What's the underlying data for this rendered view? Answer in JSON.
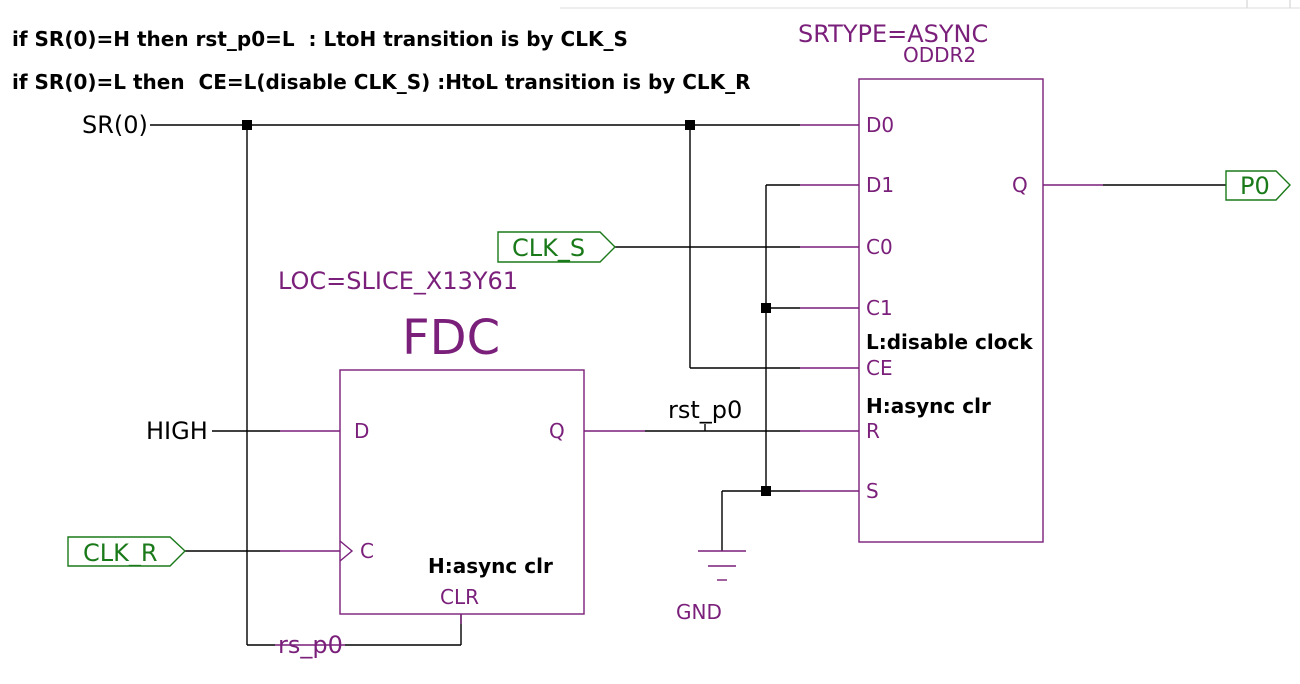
{
  "notes": {
    "line1": "if SR(0)=H then rst_p0=L  : LtoH transition is by CLK_S",
    "line2": "if SR(0)=L then  CE=L(disable CLK_S) :HtoL transition is by CLK_R"
  },
  "oddr": {
    "attr": "SRTYPE=ASYNC",
    "name": "ODDR2",
    "pins": {
      "d0": "D0",
      "d1": "D1",
      "c0": "C0",
      "c1": "C1",
      "ce": "CE",
      "r": "R",
      "s": "S",
      "q": "Q"
    },
    "note_ce": "L:disable clock",
    "note_r": "H:async clr"
  },
  "fdc": {
    "loc": "LOC=SLICE_X13Y61",
    "name": "FDC",
    "pins": {
      "d": "D",
      "c": "C",
      "q": "Q",
      "clr": "CLR"
    },
    "note_clr": "H:async clr"
  },
  "signals": {
    "sr": "SR(0)",
    "high": "HIGH",
    "gnd": "GND",
    "rst_p0": "rst_p0",
    "rs_p0": "rs_p0"
  },
  "ports": {
    "clk_s": "CLK_S",
    "clk_r": "CLK_R",
    "p0": "P0"
  },
  "colors": {
    "wire": "#000000",
    "pin": "#7a1f7a",
    "component_text": "#7a1f7a",
    "port": "#1a7a1a"
  }
}
